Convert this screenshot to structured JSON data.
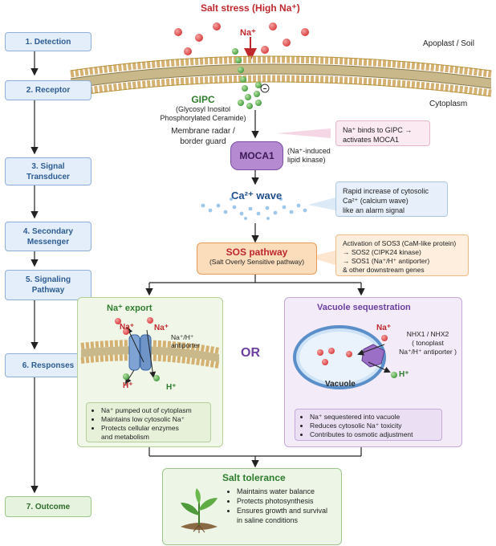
{
  "header": {
    "title": "Salt stress (High Na⁺)",
    "ion": "Na⁺",
    "apoplast": "Apoplast / Soil",
    "cytoplasm": "Cytoplasm"
  },
  "steps": [
    "1. Detection",
    "2. Receptor",
    "3. Signal\nTransducer",
    "4. Secondary\nMessenger",
    "5. Signaling\nPathway",
    "6. Responses",
    "7. Outcome"
  ],
  "gipc": {
    "title": "GIPC",
    "sub1": "(Glycosyl Inositol",
    "sub2": "Phosphorylated Ceramide)",
    "desc1": "Membrane radar /",
    "desc2": "border guard",
    "note1": "Na⁺ binds to GIPC →",
    "note2": "activates MOCA1"
  },
  "moca": {
    "label": "MOCA1",
    "sub1": "(Na⁺-induced",
    "sub2": "lipid kinase)"
  },
  "ca": {
    "label": "Ca²⁺ wave",
    "note1": "Rapid increase of cytosolic",
    "note2": "Ca²⁺ (calcium wave)",
    "note3": "like an alarm signal"
  },
  "sos": {
    "label": "SOS pathway",
    "sub": "(Salt Overly Sensitive pathway)",
    "note1": "Activation of SOS3 (CaM-like protein)",
    "note2": "→ SOS2 (CIPK24 kinase)",
    "note3": "→ SOS1 (Na⁺/H⁺ antiporter)",
    "note4": "& other downstream genes"
  },
  "export": {
    "title": "Na⁺ export",
    "na1": "Na⁺",
    "na2": "Na⁺",
    "h1": "H⁺",
    "h2": "H⁺",
    "antiporter1": "Na⁺/H⁺",
    "antiporter2": "antiporter",
    "bullets": [
      "Na⁺ pumped out of cytoplasm",
      "Maintains low cytosolic Na⁺",
      "Protects cellular enzymes",
      "and metabolism"
    ]
  },
  "or": "OR",
  "vacuole": {
    "title": "Vacuole sequestration",
    "label": "Vacuole",
    "na": "Na⁺",
    "h": "H⁺",
    "nhx1": "NHX1 / NHX2",
    "nhx2": "( tonoplast",
    "nhx3": "Na⁺/H⁺ antiporter )",
    "bullets": [
      "Na⁺ sequestered into vacuole",
      "Reduces cytosolic Na⁺ toxicity",
      "Contributes to osmotic adjustment"
    ]
  },
  "outcome": {
    "title": "Salt tolerance",
    "bullets": [
      "Maintains water balance",
      "Protects photosynthesis",
      "Ensures growth and survival",
      "in saline conditions"
    ]
  },
  "colors": {
    "accent_red": "#c0272d",
    "step_blue": "#e3eefa",
    "step_green": "#e6f3df",
    "moca": "#a46fc4",
    "sos": "#f6c89a",
    "export_bg": "#f0f6e6",
    "vac_bg": "#f2ebf7"
  }
}
